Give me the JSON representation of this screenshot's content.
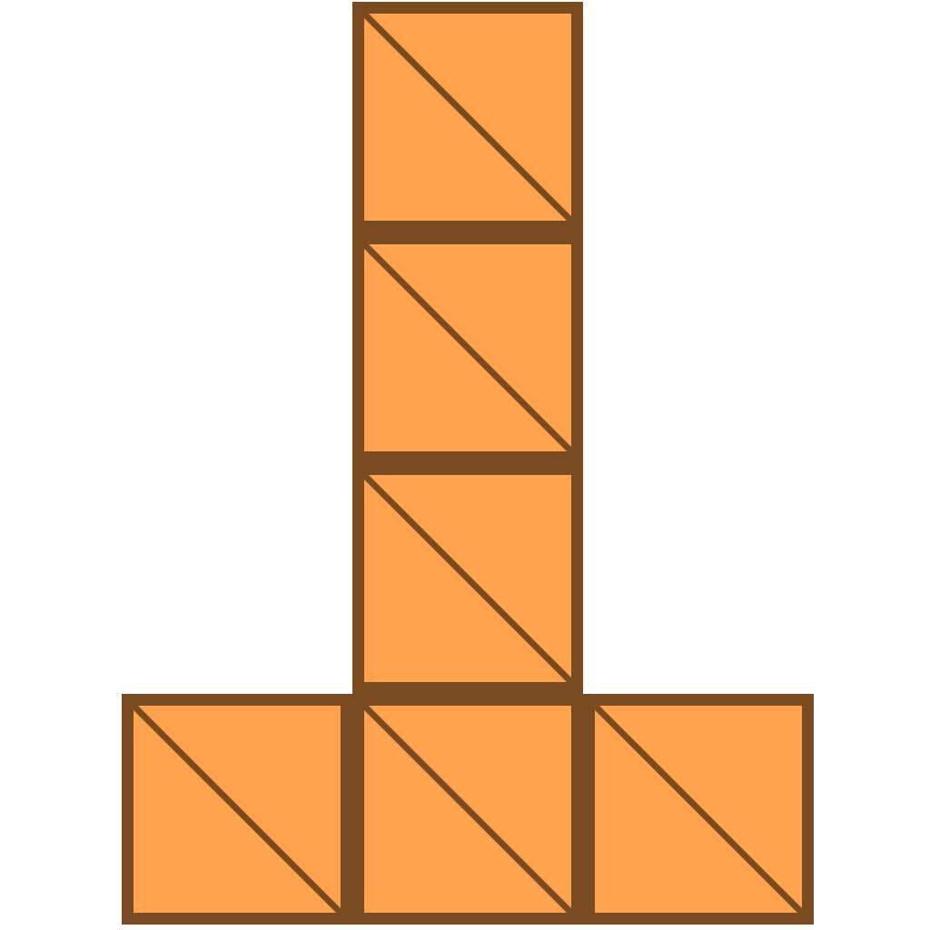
{
  "diagram": {
    "grid_layout": [
      [
        null,
        1,
        null
      ],
      [
        null,
        1,
        null
      ],
      [
        null,
        1,
        null
      ],
      [
        1,
        1,
        1
      ]
    ],
    "tile_count": 6,
    "tile_style": "square split by diagonal from top-left to bottom-right",
    "colors": {
      "background": "#FFFFFF",
      "tile_fill": "#FFA34D",
      "outline": "#7A4B21"
    }
  }
}
